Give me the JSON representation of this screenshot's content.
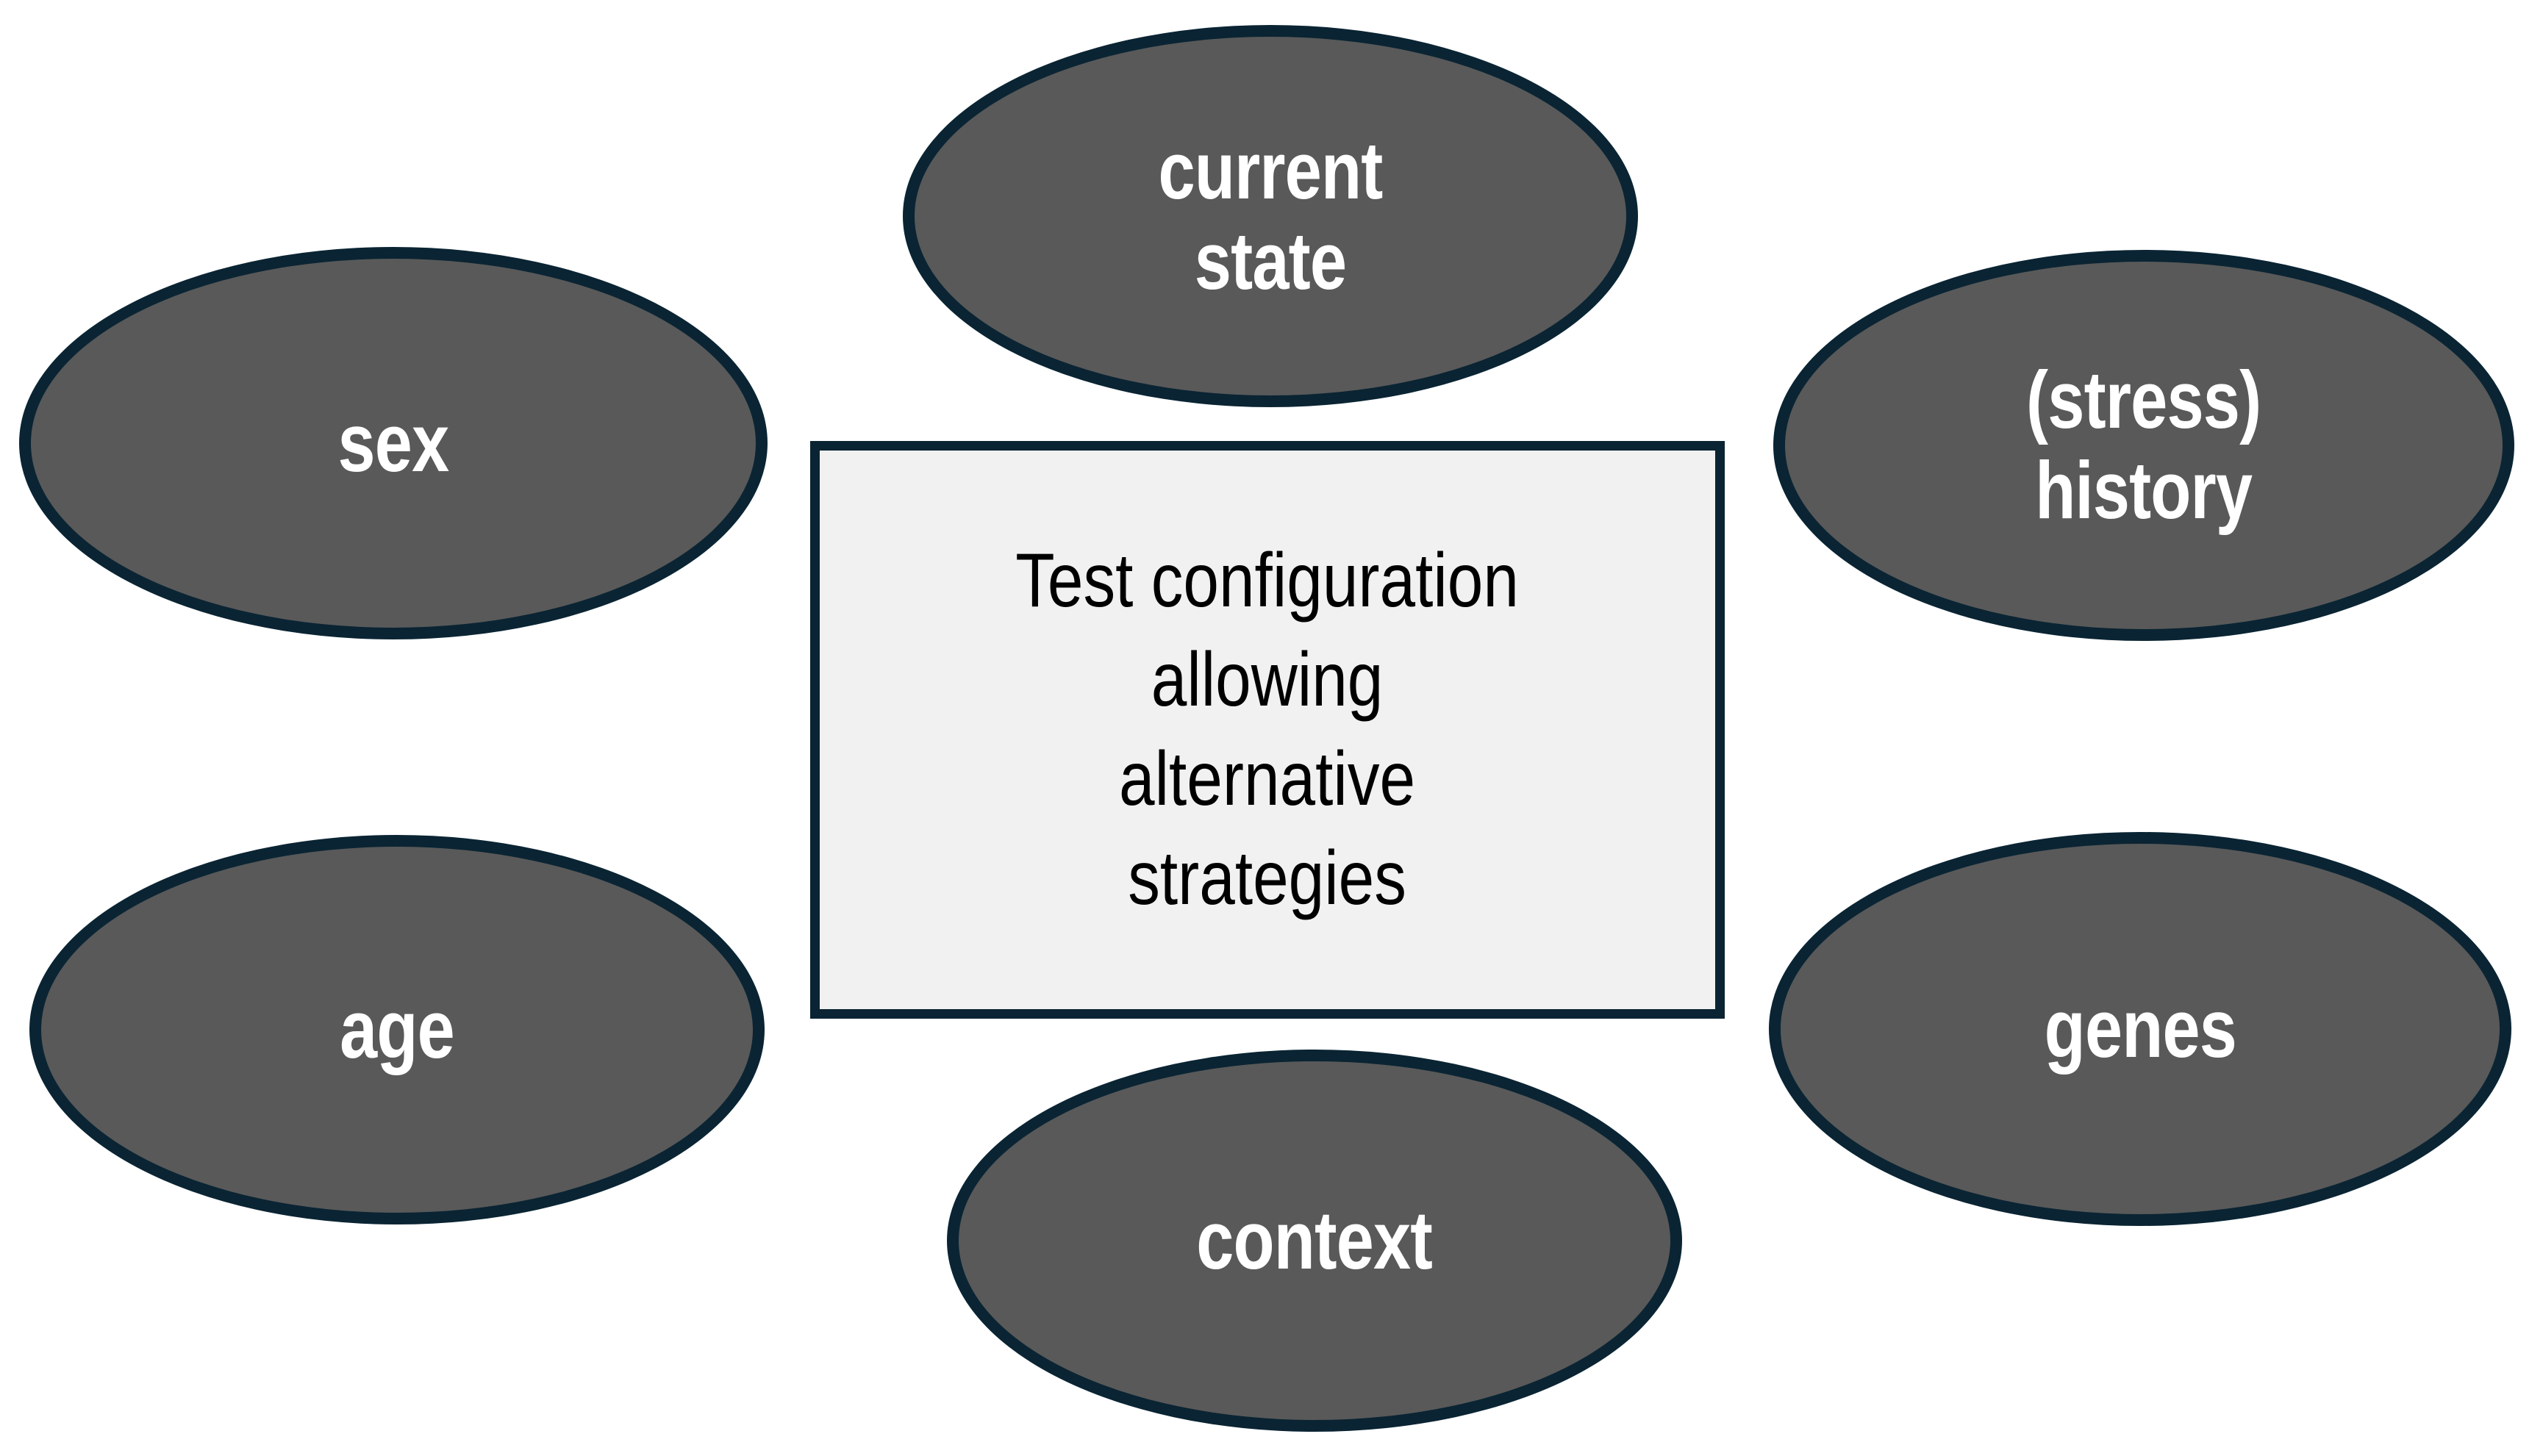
{
  "diagram": {
    "type": "concept-cluster",
    "description": "Central test configuration box surrounded by six factor ellipses",
    "colors": {
      "ellipse_fill": "#595959",
      "ellipse_border": "#0a2433",
      "ellipse_text": "#ffffff",
      "box_fill": "#f1f1f1",
      "box_border": "#0a2433",
      "box_text": "#000000",
      "background": "#ffffff"
    },
    "center": {
      "label": "Test configuration\nallowing\nalternative\nstrategies",
      "shape": "rectangle"
    },
    "nodes": [
      {
        "id": "sex",
        "label": "sex",
        "shape": "ellipse",
        "position": "left-upper"
      },
      {
        "id": "age",
        "label": "age",
        "shape": "ellipse",
        "position": "left-lower"
      },
      {
        "id": "current-state",
        "label": "current\nstate",
        "shape": "ellipse",
        "position": "top-center"
      },
      {
        "id": "context",
        "label": "context",
        "shape": "ellipse",
        "position": "bottom-center"
      },
      {
        "id": "stress-history",
        "label": "(stress)\nhistory",
        "shape": "ellipse",
        "position": "right-upper"
      },
      {
        "id": "genes",
        "label": "genes",
        "shape": "ellipse",
        "position": "right-lower"
      }
    ]
  }
}
